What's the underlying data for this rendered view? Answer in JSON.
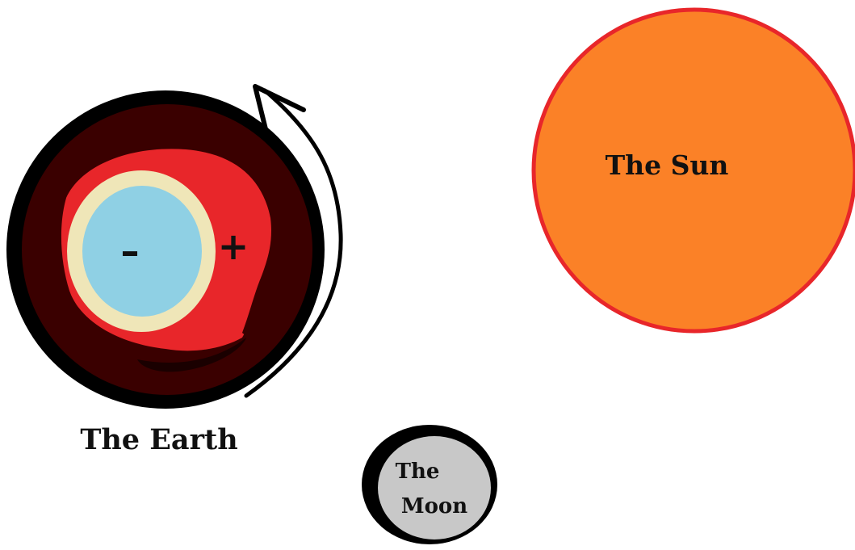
{
  "labels": {
    "earth": "The Earth",
    "sun": "The Sun",
    "moon_line1": "The",
    "moon_line2": "Moon"
  },
  "charges": {
    "core": "–",
    "outer": "+"
  },
  "colors": {
    "background": "#ffffff",
    "earth_outline": "#000000",
    "earth_mantle": "#3a0000",
    "earth_outer_core": "#e8262a",
    "earth_inner_ring": "#efe6b8",
    "earth_inner_core": "#8fd0e4",
    "sun_fill": "#fb8127",
    "sun_outline": "#e8262a",
    "moon_fill": "#c8c8c8",
    "moon_outline": "#000000",
    "arrow": "#000000"
  },
  "icons": {
    "rotation": "curved-arrow-icon"
  }
}
